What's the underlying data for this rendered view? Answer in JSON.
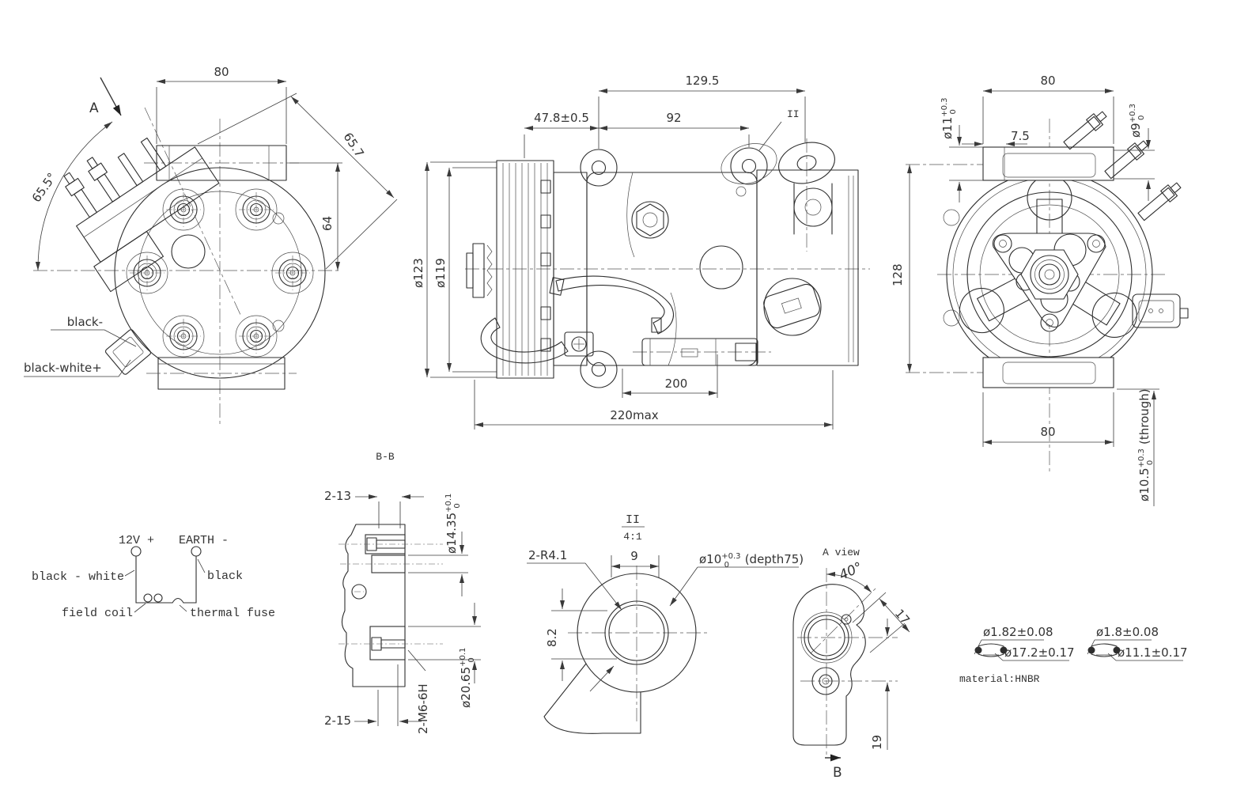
{
  "colors": {
    "background": "#ffffff",
    "line": "#2e2e2e",
    "dim_line": "#3a3a3a"
  },
  "rear_view": {
    "view_arrow_label": "A",
    "dim_top_width": "80",
    "dim_diagonal": "65.7",
    "dim_height_to_center": "64",
    "dim_angle": "65.5°",
    "label_wire_black": "black-",
    "label_wire_black_white": "black-white+"
  },
  "side_view": {
    "dim_rear_span": "129.5",
    "dim_clutch_face": "47.8±0.5",
    "dim_mount_span": "92",
    "detail_mark": "II",
    "dim_pulley_od": "ø123",
    "dim_pulley_groove": "ø119",
    "dim_sensor_pos": "200",
    "dim_overall_length": "220max"
  },
  "front_view": {
    "dim_top_width": "80",
    "dim_top_hole": {
      "base": "ø11",
      "tol_up": "+0.3",
      "tol_dn": "0"
    },
    "dim_offset": "7.5",
    "dim_side_hole": {
      "base": "ø9",
      "tol_up": "+0.3",
      "tol_dn": "0"
    },
    "dim_mount_height": "128",
    "dim_bottom_width": "80",
    "dim_through_hole": {
      "base": "ø10.5",
      "tol_up": "+0.3",
      "tol_dn": "0",
      "suffix": " (through)"
    }
  },
  "schematic": {
    "terminal_positive": "12V +",
    "terminal_ground": "EARTH -",
    "wire_positive": "black - white",
    "wire_ground": "black",
    "coil_label": "field coil",
    "fuse_label": "thermal fuse"
  },
  "section_bb": {
    "title": "B-B",
    "dim_hole_pair_top": "2-13",
    "dim_bore_top": {
      "base": "ø14.35",
      "tol_up": "+0.1",
      "tol_dn": "0"
    },
    "thread_spec": "2-M6-6H",
    "dim_bore_bottom": {
      "base": "ø20.65",
      "tol_up": "+0.1",
      "tol_dn": "0"
    },
    "dim_hole_pair_bottom": "2-15"
  },
  "detail_ii": {
    "title": "II",
    "scale": "4:1",
    "fillet_radius": "2-R4.1",
    "dim_port_width": "9",
    "dim_port_hole": {
      "base": "ø10",
      "tol_up": "+0.3",
      "tol_dn": "0",
      "suffix": " (depth75)"
    },
    "dim_port_height": "8.2"
  },
  "view_a": {
    "title": "A view",
    "dim_angle": "40°",
    "dim_hole_offset": "17",
    "dim_port_offset": "19",
    "section_mark": "B"
  },
  "orings": {
    "large": {
      "cross_section": "ø1.82±0.08",
      "inner_dia": "ø17.2±0.17"
    },
    "small": {
      "cross_section": "ø1.8±0.08",
      "inner_dia": "ø11.1±0.17"
    },
    "material_note": "material:HNBR"
  }
}
